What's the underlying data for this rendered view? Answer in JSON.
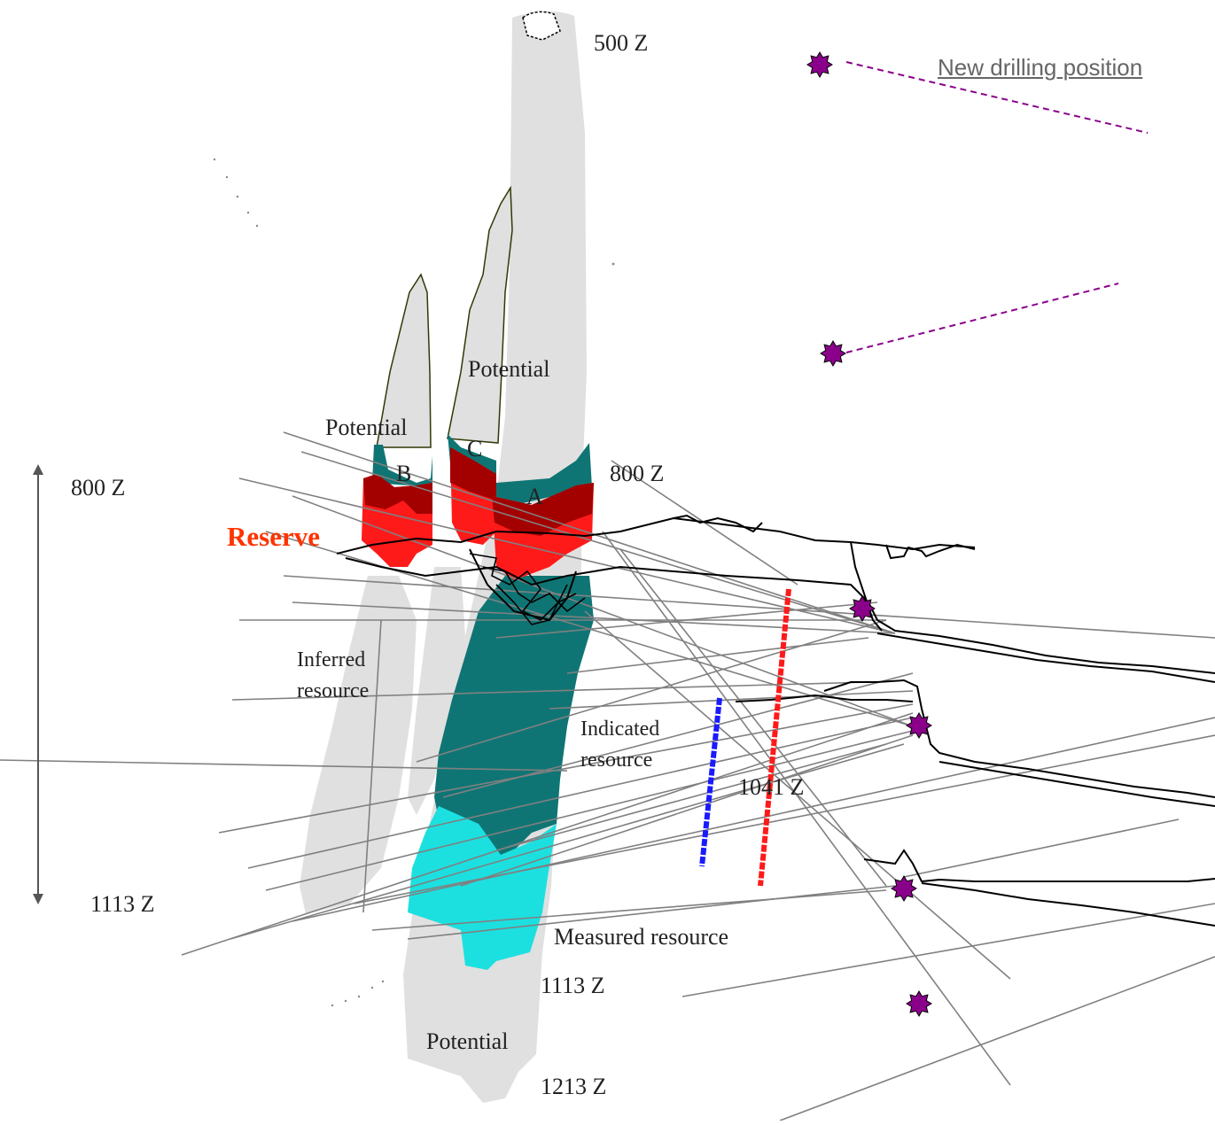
{
  "legend": {
    "new_drilling_position": "New drilling position"
  },
  "labels": {
    "z500": "500 Z",
    "potential_upper": "Potential",
    "potential_left": "Potential",
    "lens_b": "B",
    "lens_c": "C",
    "lens_a": "A",
    "z800_right": "800 Z",
    "z800_scale": "800 Z",
    "reserve": "Reserve",
    "inferred_line1": "Inferred",
    "inferred_line2": "resource",
    "indicated_line1": "Indicated",
    "indicated_line2": "resource",
    "z1041": "1041 Z",
    "z1113_scale": "1113 Z",
    "measured": "Measured resource",
    "z1113_bottom": "1113 Z",
    "potential_bottom": "Potential",
    "z1213": "1213 Z"
  },
  "colors": {
    "potential_grey": "#e0e0e0",
    "indicated_teal": "#0f7574",
    "measured_cyan": "#1ce0e0",
    "reserve_red": "#ff1a1a",
    "reserve_darkred": "#a30000",
    "drill_marker": "#8b008b",
    "drillhole_grey": "#808080",
    "reserve_text": "#ff3300"
  },
  "icons": {
    "drill_marker": "purple-star-marker-icon",
    "scale_arrow": "double-arrow-icon"
  }
}
